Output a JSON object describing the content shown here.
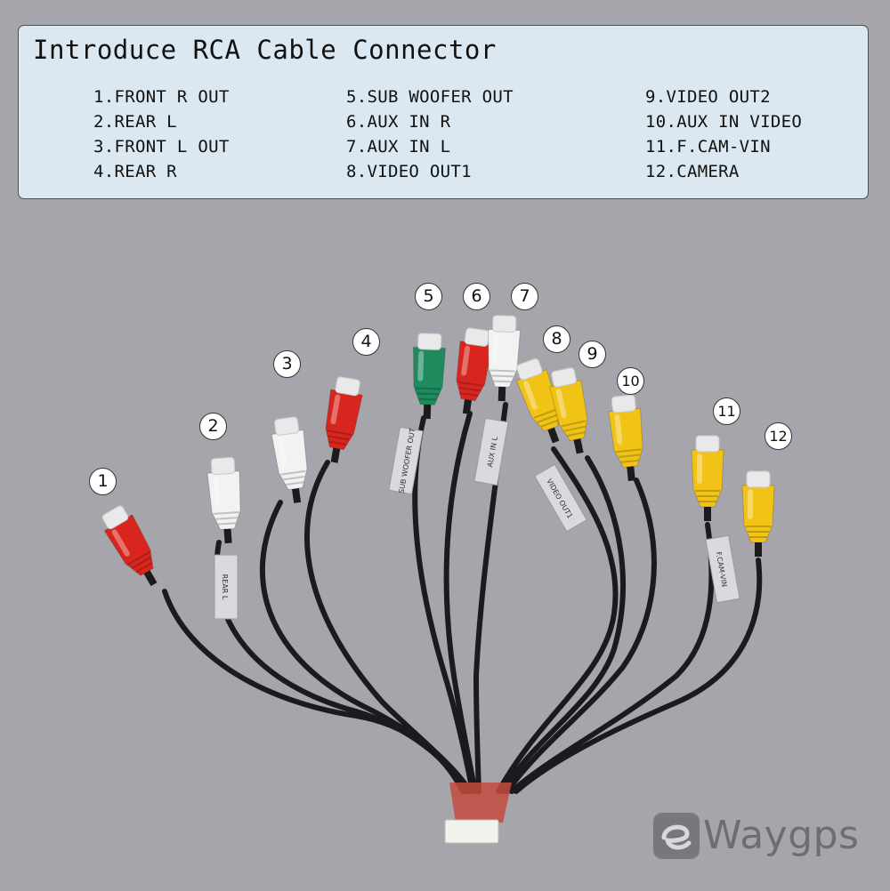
{
  "legend": {
    "title": "Introduce RCA Cable Connector",
    "columns": [
      [
        "1.FRONT R OUT",
        "2.REAR L",
        "3.FRONT L OUT",
        "4.REAR R"
      ],
      [
        "5.SUB WOOFER OUT",
        "6.AUX IN R",
        "7.AUX IN L",
        "8.VIDEO OUT1"
      ],
      [
        "9.VIDEO OUT2",
        "10.AUX IN VIDEO",
        "11.F.CAM-VIN",
        "12.CAMERA"
      ]
    ]
  },
  "connectors": [
    {
      "number": "1",
      "color": "#d8261e"
    },
    {
      "number": "2",
      "color": "#f2f2f2"
    },
    {
      "number": "3",
      "color": "#f2f2f2"
    },
    {
      "number": "4",
      "color": "#d8261e"
    },
    {
      "number": "5",
      "color": "#1e8a5e"
    },
    {
      "number": "6",
      "color": "#d8261e"
    },
    {
      "number": "7",
      "color": "#f2f2f2"
    },
    {
      "number": "8",
      "color": "#f0c316"
    },
    {
      "number": "9",
      "color": "#f0c316"
    },
    {
      "number": "10",
      "color": "#f0c316"
    },
    {
      "number": "11",
      "color": "#f0c316"
    },
    {
      "number": "12",
      "color": "#f0c316"
    }
  ],
  "cable_tags": [
    "REAR L",
    "SUB WOOFER OUT",
    "AUX IN L",
    "VIDEO OUT1",
    "F.CAM-VIN"
  ],
  "brand": {
    "name": "Waygps"
  }
}
